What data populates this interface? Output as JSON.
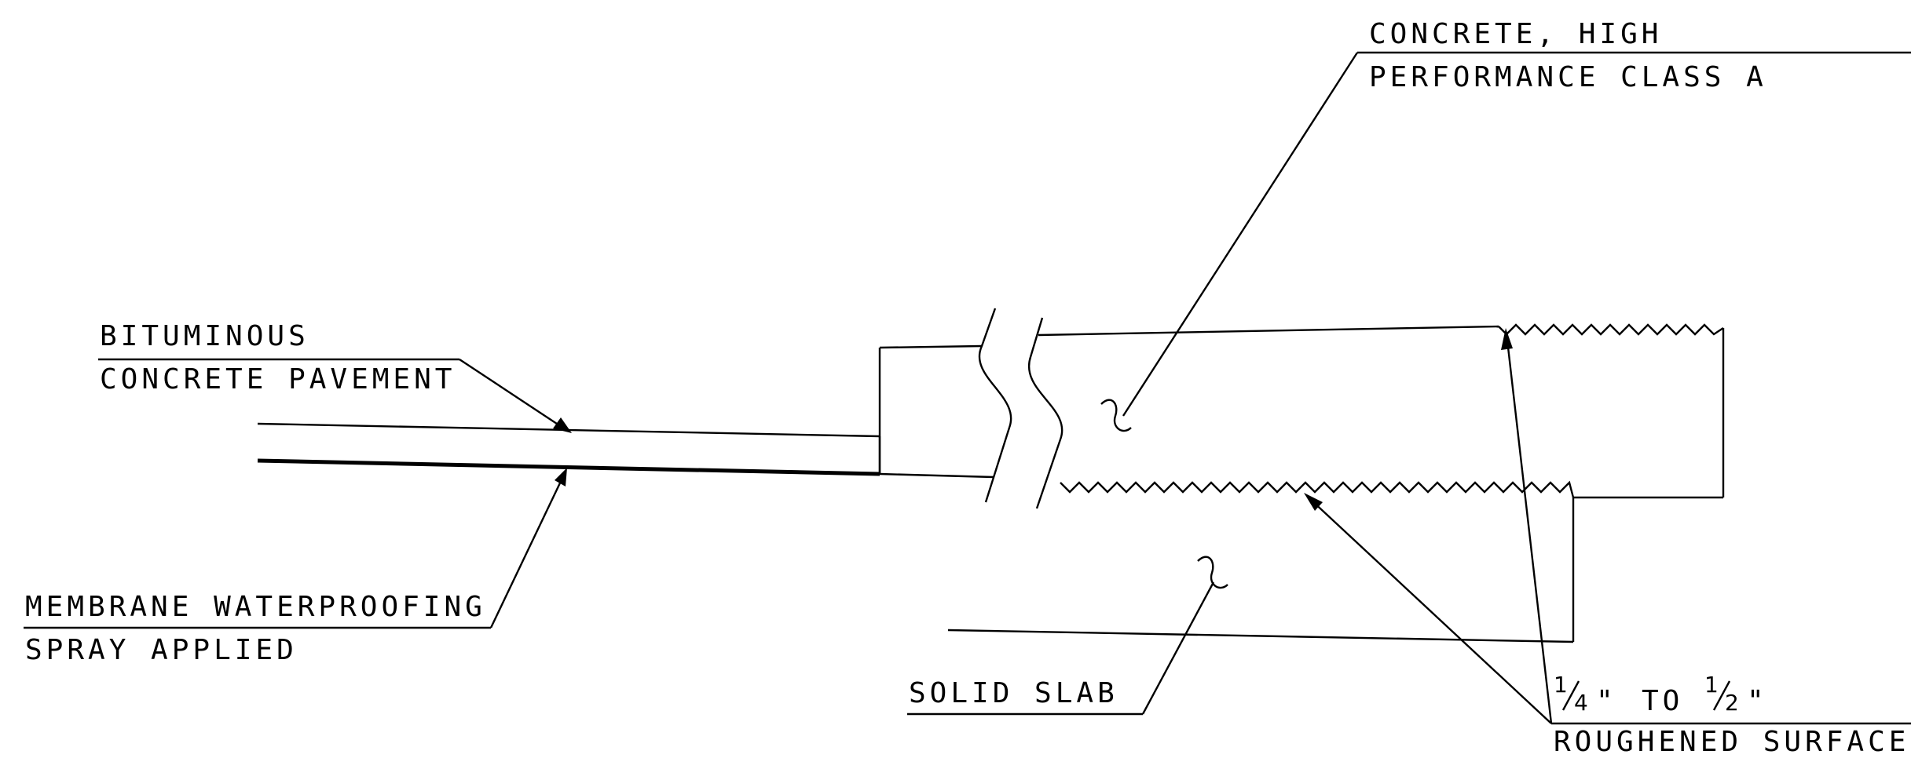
{
  "labels": {
    "concrete_hpc": {
      "line1": "CONCRETE, HIGH",
      "line2": "PERFORMANCE CLASS A"
    },
    "bituminous_pavement": {
      "line1": "BITUMINOUS",
      "line2": "CONCRETE PAVEMENT"
    },
    "membrane_waterproofing": {
      "line1": "MEMBRANE WATERPROOFING",
      "line2": "SPRAY APPLIED"
    },
    "solid_slab": {
      "line1": "SOLID SLAB"
    },
    "roughened_surface": {
      "frac1_num": "1",
      "frac1_den": "4",
      "inch_mark1": "\"",
      "to": "TO",
      "frac2_num": "1",
      "frac2_den": "2",
      "inch_mark2": "\"",
      "line2": "ROUGHENED SURFACE"
    }
  },
  "colors": {
    "line": "#000000",
    "background": "#ffffff"
  }
}
